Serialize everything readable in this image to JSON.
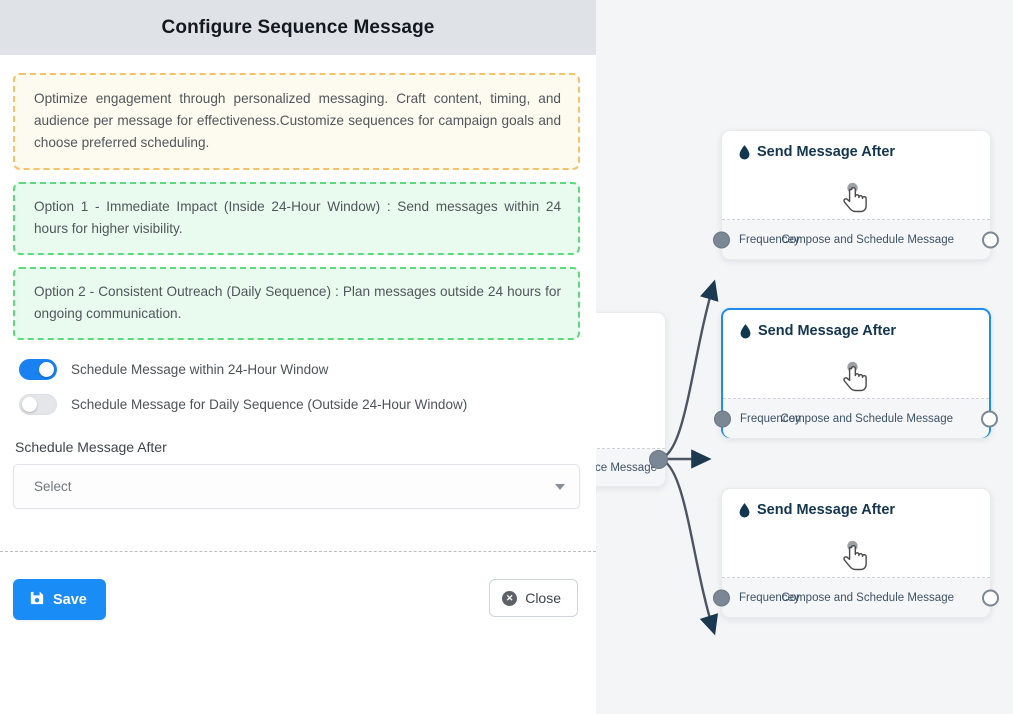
{
  "modal": {
    "title": "Configure Sequence Message",
    "notes": [
      {
        "kind": "info",
        "text": "Optimize engagement through personalized messaging. Craft content, timing, and audience per message for effectiveness.Customize sequences for campaign goals and choose preferred scheduling."
      },
      {
        "kind": "option",
        "text": "Option 1 - Immediate Impact (Inside 24-Hour Window) : Send messages within 24 hours for higher visibility."
      },
      {
        "kind": "option",
        "text": "Option 2 - Consistent Outreach (Daily Sequence) : Plan messages outside 24 hours for ongoing communication."
      }
    ],
    "toggles": [
      {
        "label": "Schedule Message within 24-Hour Window",
        "on": true
      },
      {
        "label": "Schedule Message for Daily Sequence (Outside 24-Hour Window)",
        "on": false
      }
    ],
    "schedule_field": {
      "label": "Schedule Message After",
      "value": "Select",
      "placeholder": "Select"
    },
    "footer": {
      "save_label": "Save",
      "save_icon": "floppy-disk-icon",
      "save_color": "#1a8cf5",
      "close_label": "Close",
      "close_icon": "circle-x-icon"
    }
  },
  "canvas": {
    "background": "#f4f5f7",
    "selected_border_color": "#1f8ced",
    "edge_color": "#4b5563",
    "upstream_node": {
      "foot_label": "ce Message"
    },
    "nodes": [
      {
        "title": "Send Message After",
        "icon": "droplet-icon",
        "body_icon": "pointing-hand-cursor-icon",
        "foot_left": "Frequencey",
        "foot_right": "Compose and Schedule Message",
        "selected": false
      },
      {
        "title": "Send Message After",
        "icon": "droplet-icon",
        "body_icon": "pointing-hand-cursor-icon",
        "foot_left": "Frequencey",
        "foot_right": "Compose and Schedule Message",
        "selected": true
      },
      {
        "title": "Send Message After",
        "icon": "droplet-icon",
        "body_icon": "pointing-hand-cursor-icon",
        "foot_left": "Frequencey",
        "foot_right": "Compose and Schedule Message",
        "selected": false
      }
    ]
  }
}
